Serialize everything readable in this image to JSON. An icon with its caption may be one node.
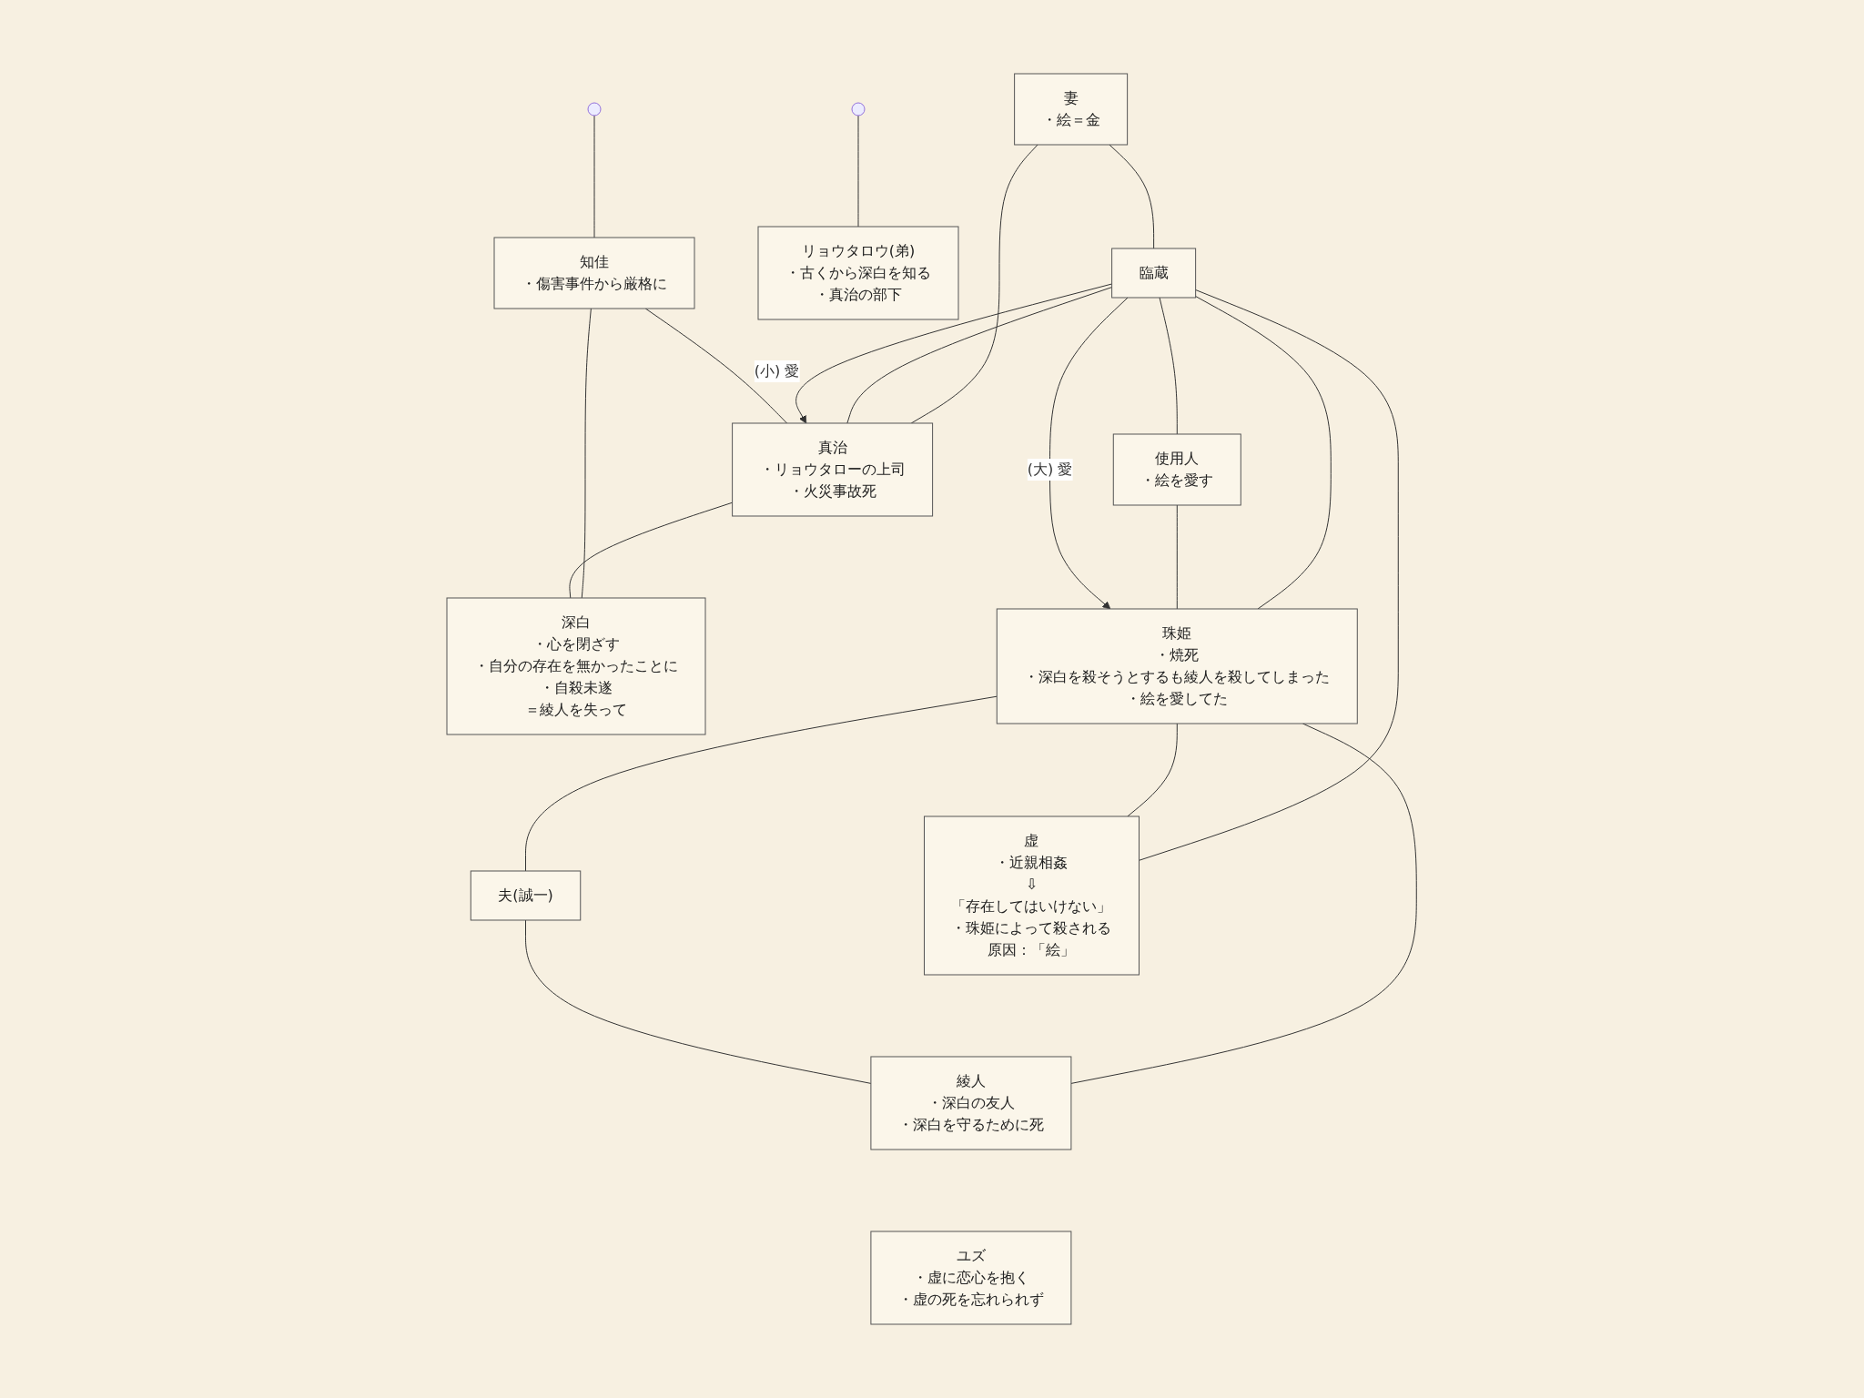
{
  "diagram": {
    "nodes": [
      {
        "text": [
          "妻",
          "・絵＝金"
        ]
      },
      {
        "text": [
          "臨蔵"
        ]
      },
      {
        "text": [
          "使用人",
          "・絵を愛す"
        ]
      },
      {
        "text": [
          "リョウタロウ(弟)",
          "・古くから深白を知る",
          "・真治の部下"
        ]
      },
      {
        "text": [
          "知佳",
          "・傷害事件から厳格に"
        ]
      },
      {
        "text": [
          "真治",
          "・リョウタローの上司",
          "・火災事故死"
        ]
      },
      {
        "text": [
          "珠姫",
          "・焼死",
          "・深白を殺そうとするも綾人を殺してしまった",
          "・絵を愛してた"
        ]
      },
      {
        "text": [
          "夫(誠一)"
        ]
      },
      {
        "text": [
          "深白",
          "・心を閉ざす",
          "・自分の存在を無かったことに",
          "・自殺未遂",
          "＝綾人を失って"
        ]
      },
      {
        "text": [
          "虚",
          "・近親相姦",
          "⇩",
          "「存在してはいけない」",
          "・珠姫によって殺される",
          "原因：「絵」"
        ]
      },
      {
        "text": [
          "綾人",
          "・深白の友人",
          "・深白を守るために死"
        ]
      },
      {
        "text": [
          "ユズ",
          "・虚に恋心を抱く",
          "・虚の死を忘れられず"
        ]
      }
    ],
    "edges": [
      {
        "from": 0,
        "to": 1,
        "arrow": "none"
      },
      {
        "from": 0,
        "to": 5,
        "arrow": "none"
      },
      {
        "from": 1,
        "to": 5,
        "arrow": "none"
      },
      {
        "from": 1,
        "to": 2,
        "arrow": "none"
      },
      {
        "from": 1,
        "to": 6,
        "arrow": "none"
      },
      {
        "from": 2,
        "to": 6,
        "arrow": "none"
      },
      {
        "from": 1,
        "to": 5,
        "arrow": "to",
        "label": "(小) 愛"
      },
      {
        "from": 1,
        "to": 6,
        "arrow": "to",
        "label": "(大) 愛"
      },
      {
        "from": null,
        "to": 3,
        "arrow": "none"
      },
      {
        "from": null,
        "to": 4,
        "arrow": "none"
      },
      {
        "from": 4,
        "to": 5,
        "arrow": "none"
      },
      {
        "from": 4,
        "to": 8,
        "arrow": "none"
      },
      {
        "from": 5,
        "to": 8,
        "arrow": "none"
      },
      {
        "from": 1,
        "to": 9,
        "arrow": "none"
      },
      {
        "from": 6,
        "to": 9,
        "arrow": "none"
      },
      {
        "from": 6,
        "to": 7,
        "arrow": "none"
      },
      {
        "from": 6,
        "to": 10,
        "arrow": "none"
      },
      {
        "from": 7,
        "to": 10,
        "arrow": "none"
      }
    ]
  }
}
